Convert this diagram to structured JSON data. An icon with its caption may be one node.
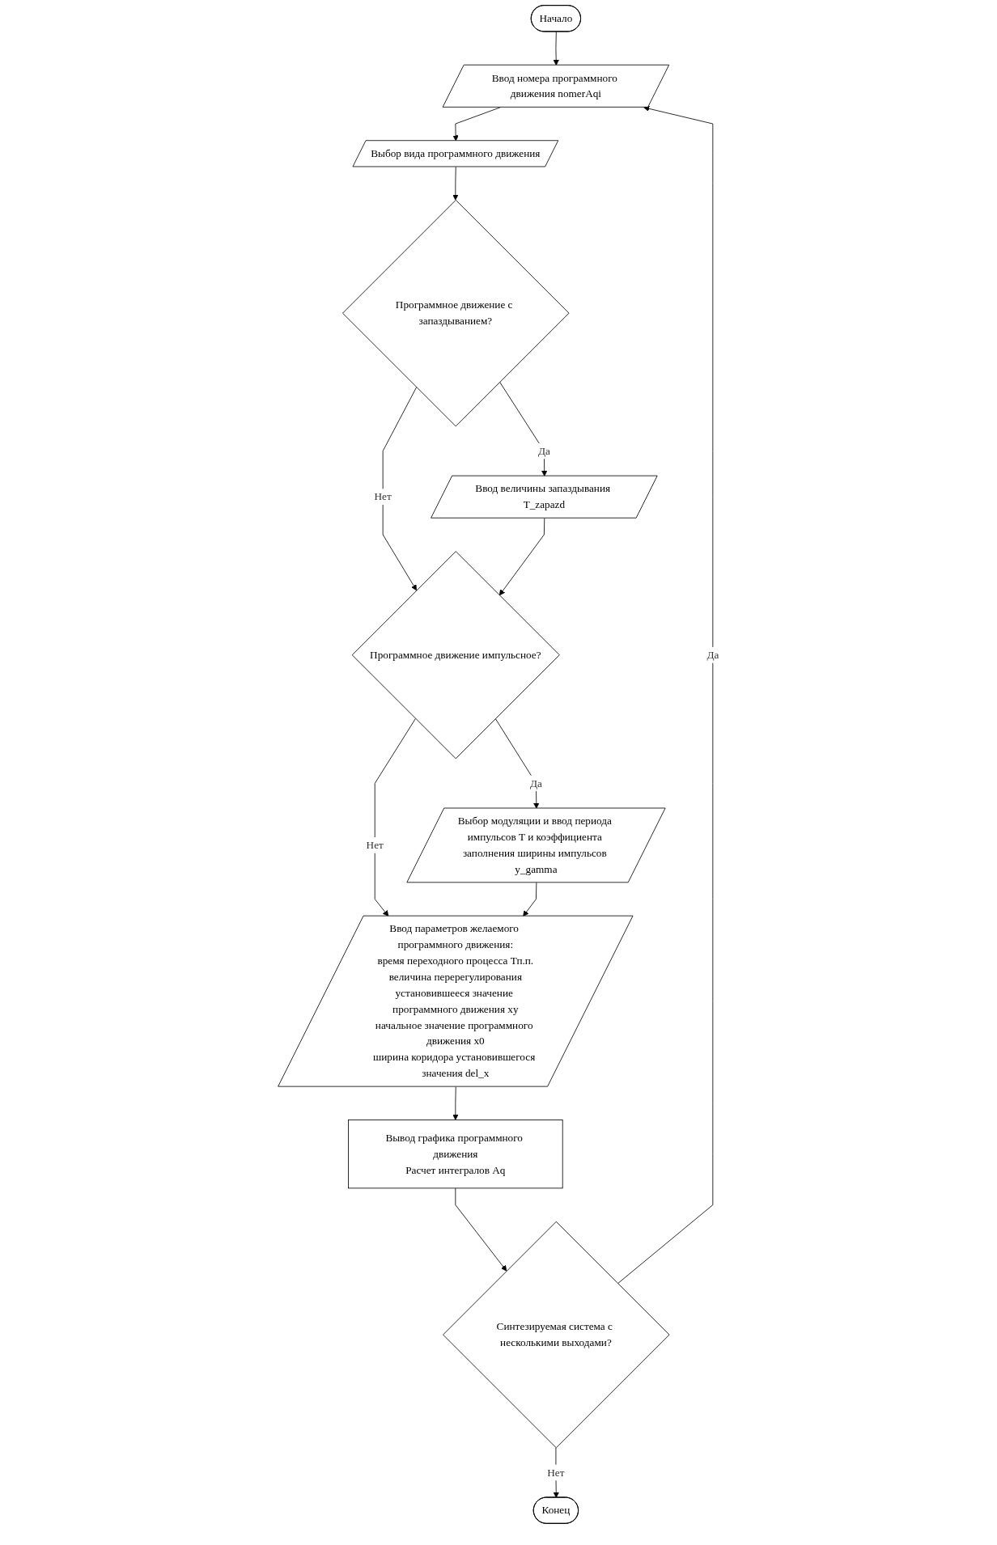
{
  "diagram": {
    "nodes": [
      {
        "text": [
          "Начало"
        ]
      },
      {
        "text": [
          "Ввод номера программного движения nomerAqi"
        ]
      },
      {
        "text": [
          "Выбор вида программного движения"
        ]
      },
      {
        "text": [
          "Программное движение с запаздыванием?"
        ]
      },
      {
        "text": [
          "Ввод величины запаздывания T_zapazd"
        ]
      },
      {
        "text": [
          "Программное движение импульсное?"
        ]
      },
      {
        "text": [
          "Выбор модуляции и ввод периода импульсов T и коэффициента заполнения ширины импульсов y_gamma"
        ]
      },
      {
        "text": [
          "Ввод параметров желаемого программного движения:",
          "время переходного процесса Тп.п.",
          "величина перерегулирования",
          "установившееся значение программного движения xy",
          "начальное значение программного движения x0",
          "ширина коридора установившегося значения del_x"
        ]
      },
      {
        "text": [
          "Вывод графика программного движения",
          "Расчет интегралов Aq"
        ]
      },
      {
        "text": [
          "Синтезируемая система с несколькими выходами?"
        ]
      },
      {
        "text": [
          "Конец"
        ]
      }
    ],
    "edges": [
      {
        "from": 0,
        "to": 1,
        "arrow": "to"
      },
      {
        "from": 1,
        "to": 2,
        "arrow": "to"
      },
      {
        "from": 2,
        "to": 3,
        "arrow": "to"
      },
      {
        "from": 3,
        "to": 4,
        "arrow": "to",
        "label": "Да"
      },
      {
        "from": 3,
        "to": 5,
        "arrow": "to",
        "label": "Нет"
      },
      {
        "from": 4,
        "to": 5,
        "arrow": "to"
      },
      {
        "from": 5,
        "to": 6,
        "arrow": "to",
        "label": "Да"
      },
      {
        "from": 5,
        "to": 7,
        "arrow": "to",
        "label": "Нет"
      },
      {
        "from": 6,
        "to": 7,
        "arrow": "to"
      },
      {
        "from": 7,
        "to": 8,
        "arrow": "to"
      },
      {
        "from": 8,
        "to": 9,
        "arrow": "to"
      },
      {
        "from": 9,
        "to": 1,
        "arrow": "to",
        "label": "Да"
      },
      {
        "from": 9,
        "to": 10,
        "arrow": "to",
        "label": "Нет"
      }
    ]
  }
}
